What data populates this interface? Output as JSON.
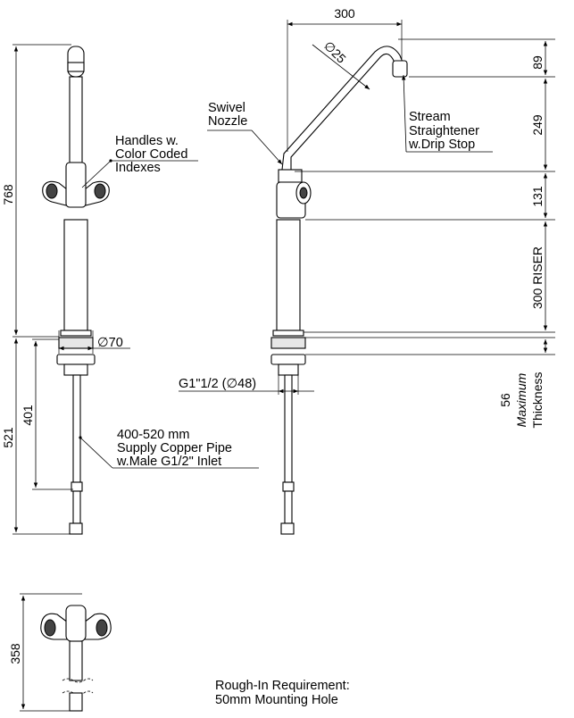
{
  "dimensions": {
    "reach": "300",
    "spout_dia": "25",
    "spout_drop": "89",
    "spout_height": "249",
    "body_height": "131",
    "riser": "300 RISER",
    "max_thickness_val": "56",
    "max_thickness_word1": "Maximum",
    "max_thickness_word2": "Thickness",
    "overall_height": "768",
    "below_deck": "521",
    "pipe_length": "401",
    "flange_dia": "70",
    "thread": "G1\"1/2 (",
    "thread_dia": "48)",
    "riser_plan": "358"
  },
  "labels": {
    "handles": [
      "Handles w.",
      "Color Coded",
      "Indexes"
    ],
    "swivel": [
      "Swivel",
      "Nozzle"
    ],
    "stream": [
      "Stream",
      "Straightener",
      "w.Drip Stop"
    ],
    "supply": [
      "400-520 mm",
      "Supply Copper Pipe",
      "w.Male G1/2\" Inlet"
    ],
    "rough_in": [
      "Rough-In Requirement:",
      "50mm Mounting Hole"
    ]
  },
  "symbols": {
    "diameter": "∅"
  }
}
